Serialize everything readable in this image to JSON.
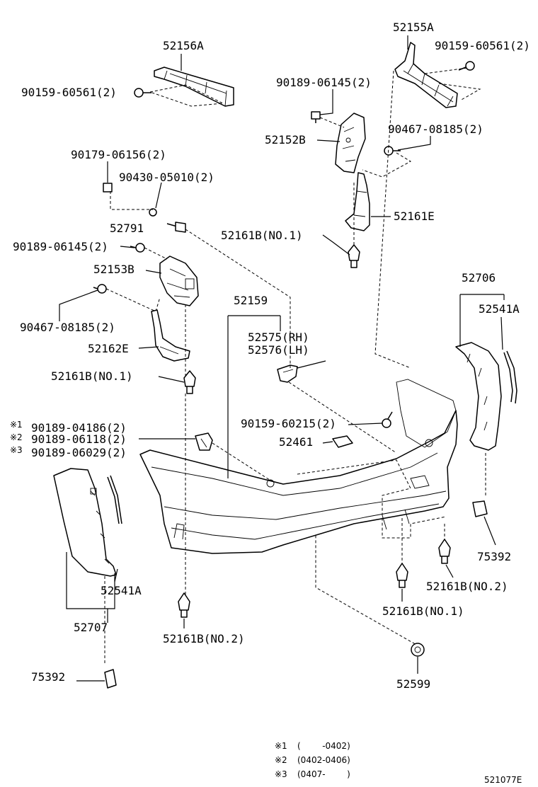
{
  "parts": {
    "p52156A": "52156A",
    "p52155A": "52155A",
    "p90159_60561_left": "90159-60561(2)",
    "p90159_60561_right": "90159-60561(2)",
    "p90189_06145_top": "90189-06145(2)",
    "p52152B": "52152B",
    "p90467_08185_right": "90467-08185(2)",
    "p90179_06156": "90179-06156(2)",
    "p90430_05010": "90430-05010(2)",
    "p52161E": "52161E",
    "p52791": "52791",
    "p52161B_no1_top": "52161B(NO.1)",
    "p90189_06145_left": "90189-06145(2)",
    "p52153B": "52153B",
    "p52706": "52706",
    "p52159": "52159",
    "p52541A_right": "52541A",
    "p90467_08185_left": "90467-08185(2)",
    "p52575": "52575(RH)",
    "p52576": "52576(LH)",
    "p52162E": "52162E",
    "p52161B_no1_mid": "52161B(NO.1)",
    "p90159_60215": "90159-60215(2)",
    "p90189_04186": "90189-04186(2)",
    "p90189_06118": "90189-06118(2)",
    "p90189_06029": "90189-06029(2)",
    "p52461": "52461",
    "p75392_right": "75392",
    "p52161B_no2_right": "52161B(NO.2)",
    "p52541A_left": "52541A",
    "p52161B_no1_bottom": "52161B(NO.1)",
    "p52707": "52707",
    "p52161B_no2_left": "52161B(NO.2)",
    "p52599": "52599",
    "p75392_left": "75392"
  },
  "marks": {
    "m1": "※1",
    "m2": "※2",
    "m3": "※3"
  },
  "notes": [
    {
      "mark": "※1",
      "range": "(        -0402)"
    },
    {
      "mark": "※2",
      "range": "(0402-0406)"
    },
    {
      "mark": "※3",
      "range": "(0407-        )"
    }
  ],
  "diagram_id": "521077E"
}
